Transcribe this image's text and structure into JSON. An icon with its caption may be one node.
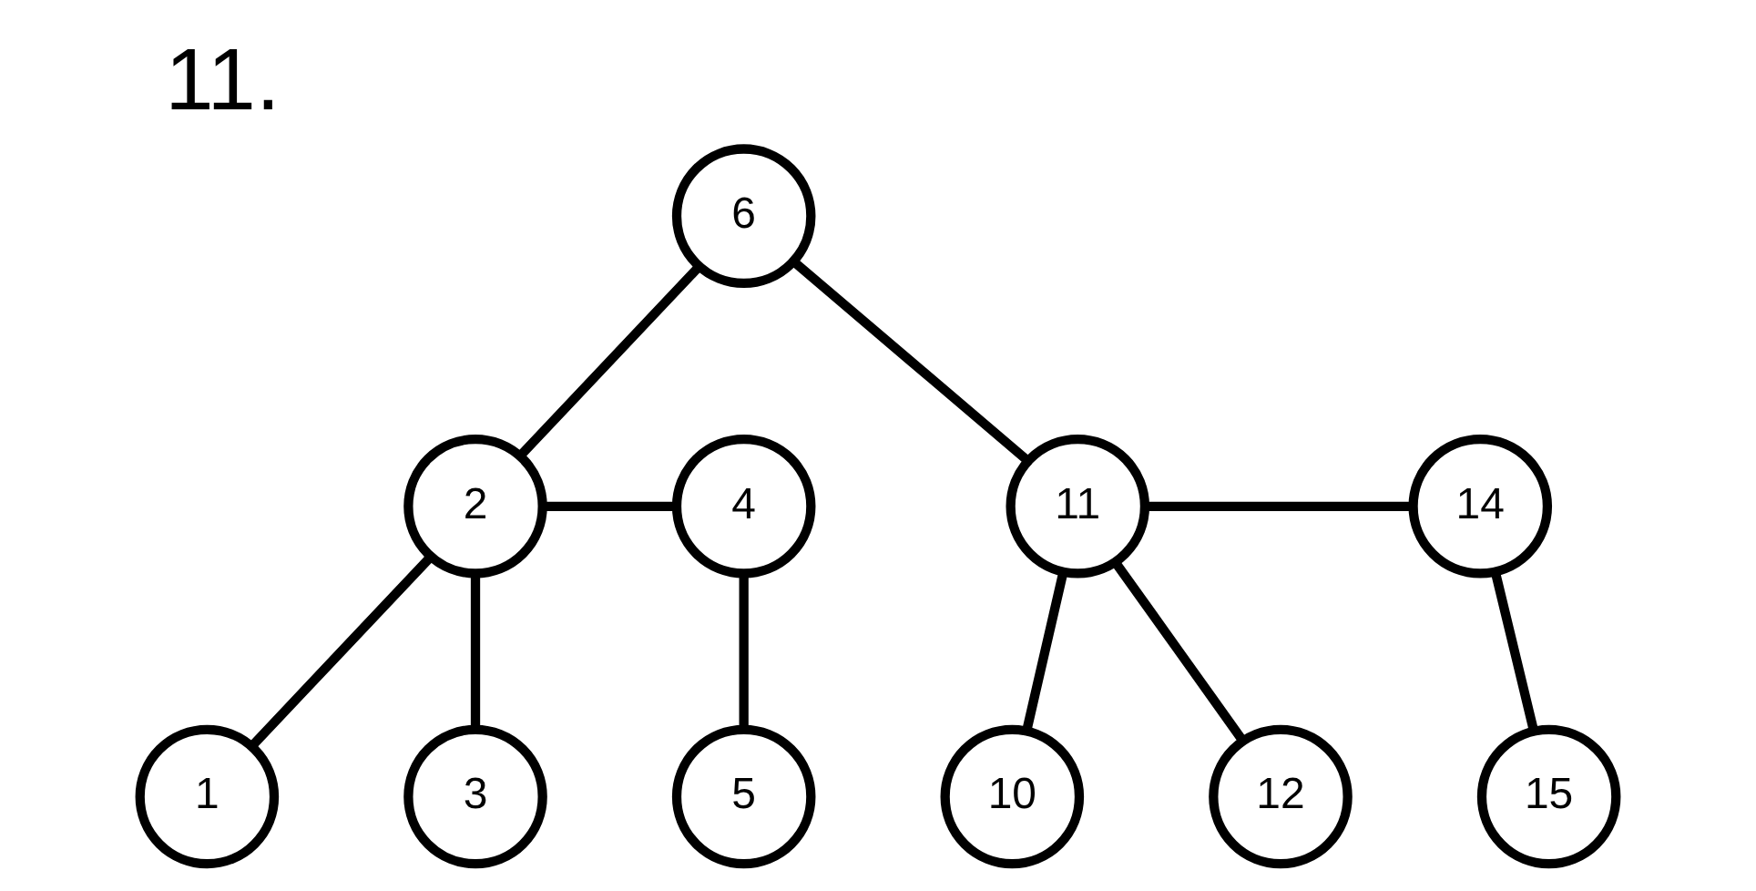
{
  "diagram": {
    "title": "11.",
    "nodes": [
      {
        "text": [
          "6"
        ]
      },
      {
        "text": [
          "2"
        ]
      },
      {
        "text": [
          "4"
        ]
      },
      {
        "text": [
          "11"
        ]
      },
      {
        "text": [
          "14"
        ]
      },
      {
        "text": [
          "1"
        ]
      },
      {
        "text": [
          "3"
        ]
      },
      {
        "text": [
          "5"
        ]
      },
      {
        "text": [
          "10"
        ]
      },
      {
        "text": [
          "12"
        ]
      },
      {
        "text": [
          "15"
        ]
      }
    ],
    "edges": [
      {
        "from": 0,
        "to": 1,
        "arrow": "none"
      },
      {
        "from": 1,
        "to": 2,
        "arrow": "none"
      },
      {
        "from": 0,
        "to": 3,
        "arrow": "none"
      },
      {
        "from": 3,
        "to": 4,
        "arrow": "none"
      },
      {
        "from": 1,
        "to": 5,
        "arrow": "none"
      },
      {
        "from": 1,
        "to": 6,
        "arrow": "none"
      },
      {
        "from": 2,
        "to": 7,
        "arrow": "none"
      },
      {
        "from": 3,
        "to": 8,
        "arrow": "none"
      },
      {
        "from": 3,
        "to": 9,
        "arrow": "none"
      },
      {
        "from": 4,
        "to": 10,
        "arrow": "none"
      }
    ]
  }
}
